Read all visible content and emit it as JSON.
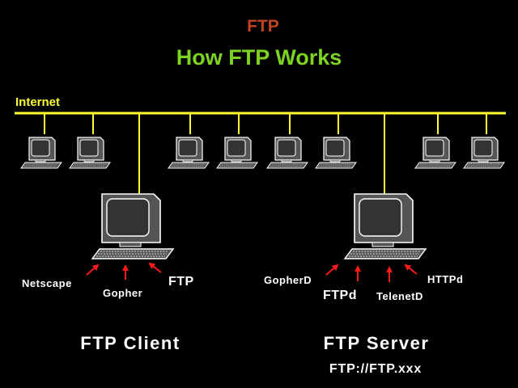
{
  "header": {
    "topic": "FTP",
    "title": "How FTP Works"
  },
  "network": {
    "bus_label": "Internet"
  },
  "client": {
    "label": "FTP Client",
    "apps": [
      "Netscape",
      "Gopher",
      "FTP"
    ]
  },
  "server": {
    "label": "FTP Server",
    "address": "FTP://FTP.xxx",
    "apps": [
      "GopherD",
      "FTPd",
      "TelenetD",
      "HTTPd"
    ]
  },
  "colors": {
    "background": "#000000",
    "topic": "#c0451e",
    "title": "#7ed321",
    "bus": "#ffff33",
    "arrow": "#ff1a1a",
    "text": "#ffffff",
    "computer_fill": "#555555",
    "computer_stroke": "#ffffff"
  }
}
